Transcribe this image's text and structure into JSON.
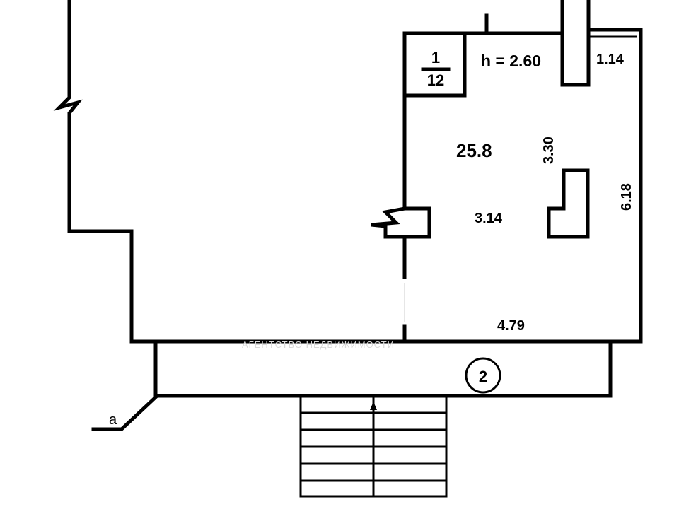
{
  "plan": {
    "room_label": {
      "numerator": "1",
      "denominator": "12"
    },
    "ceiling_height": "h = 2.60",
    "area": "25.8",
    "dimensions": {
      "top_right": "1.14",
      "vertical_inner": "3.30",
      "right_side": "6.18",
      "inner_width": "3.14",
      "bottom": "4.79"
    },
    "balcony_number": "2",
    "section_mark": "а",
    "watermark": "АГЕНТСТВО НЕДВИЖИМОСТИ"
  }
}
